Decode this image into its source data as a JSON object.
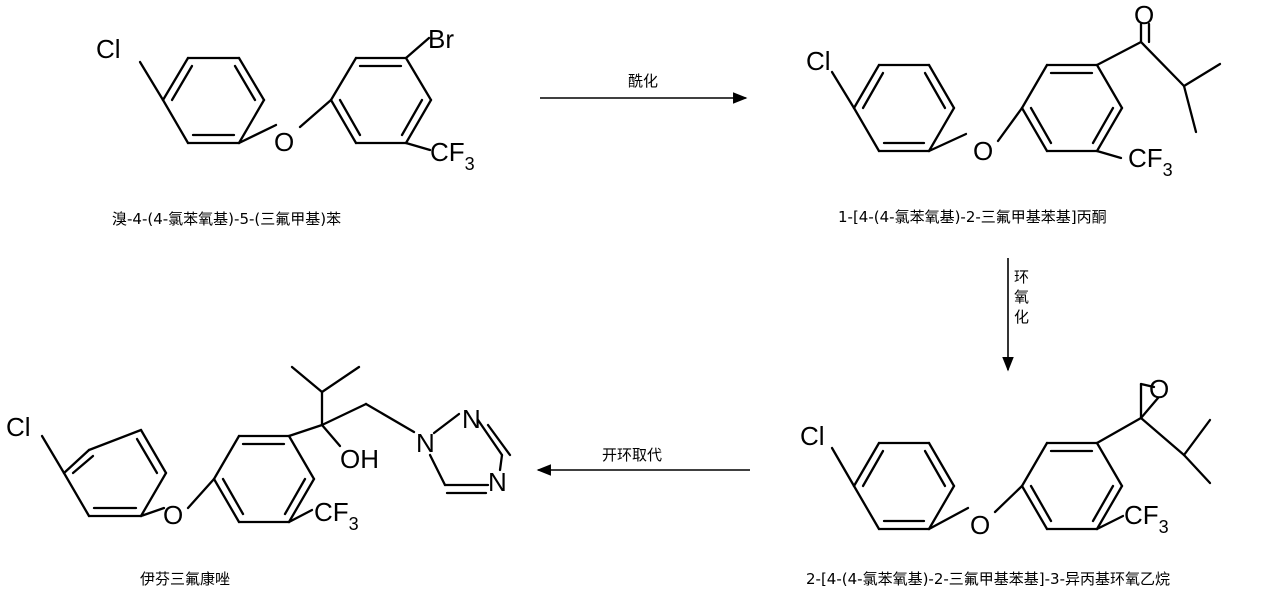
{
  "atoms": {
    "cl": "Cl",
    "br": "Br",
    "o": "O",
    "cf": "CF",
    "f3_sub": "3",
    "oh": "OH",
    "n": "N"
  },
  "compounds": {
    "start": "溴-4-(4-氯苯氧基)-5-(三氟甲基)苯",
    "ketone": "1-[4-(4-氯苯氧基)-2-三氟甲基苯基]丙酮",
    "epoxide": "2-[4-(4-氯苯氧基)-2-三氟甲基苯基]-3-异丙基环氧乙烷",
    "product": "伊芬三氟康唑"
  },
  "steps": {
    "acylation": "酰化",
    "epoxidation_chars": [
      "环",
      "氧",
      "化"
    ],
    "ring_opening": "开环取代"
  }
}
